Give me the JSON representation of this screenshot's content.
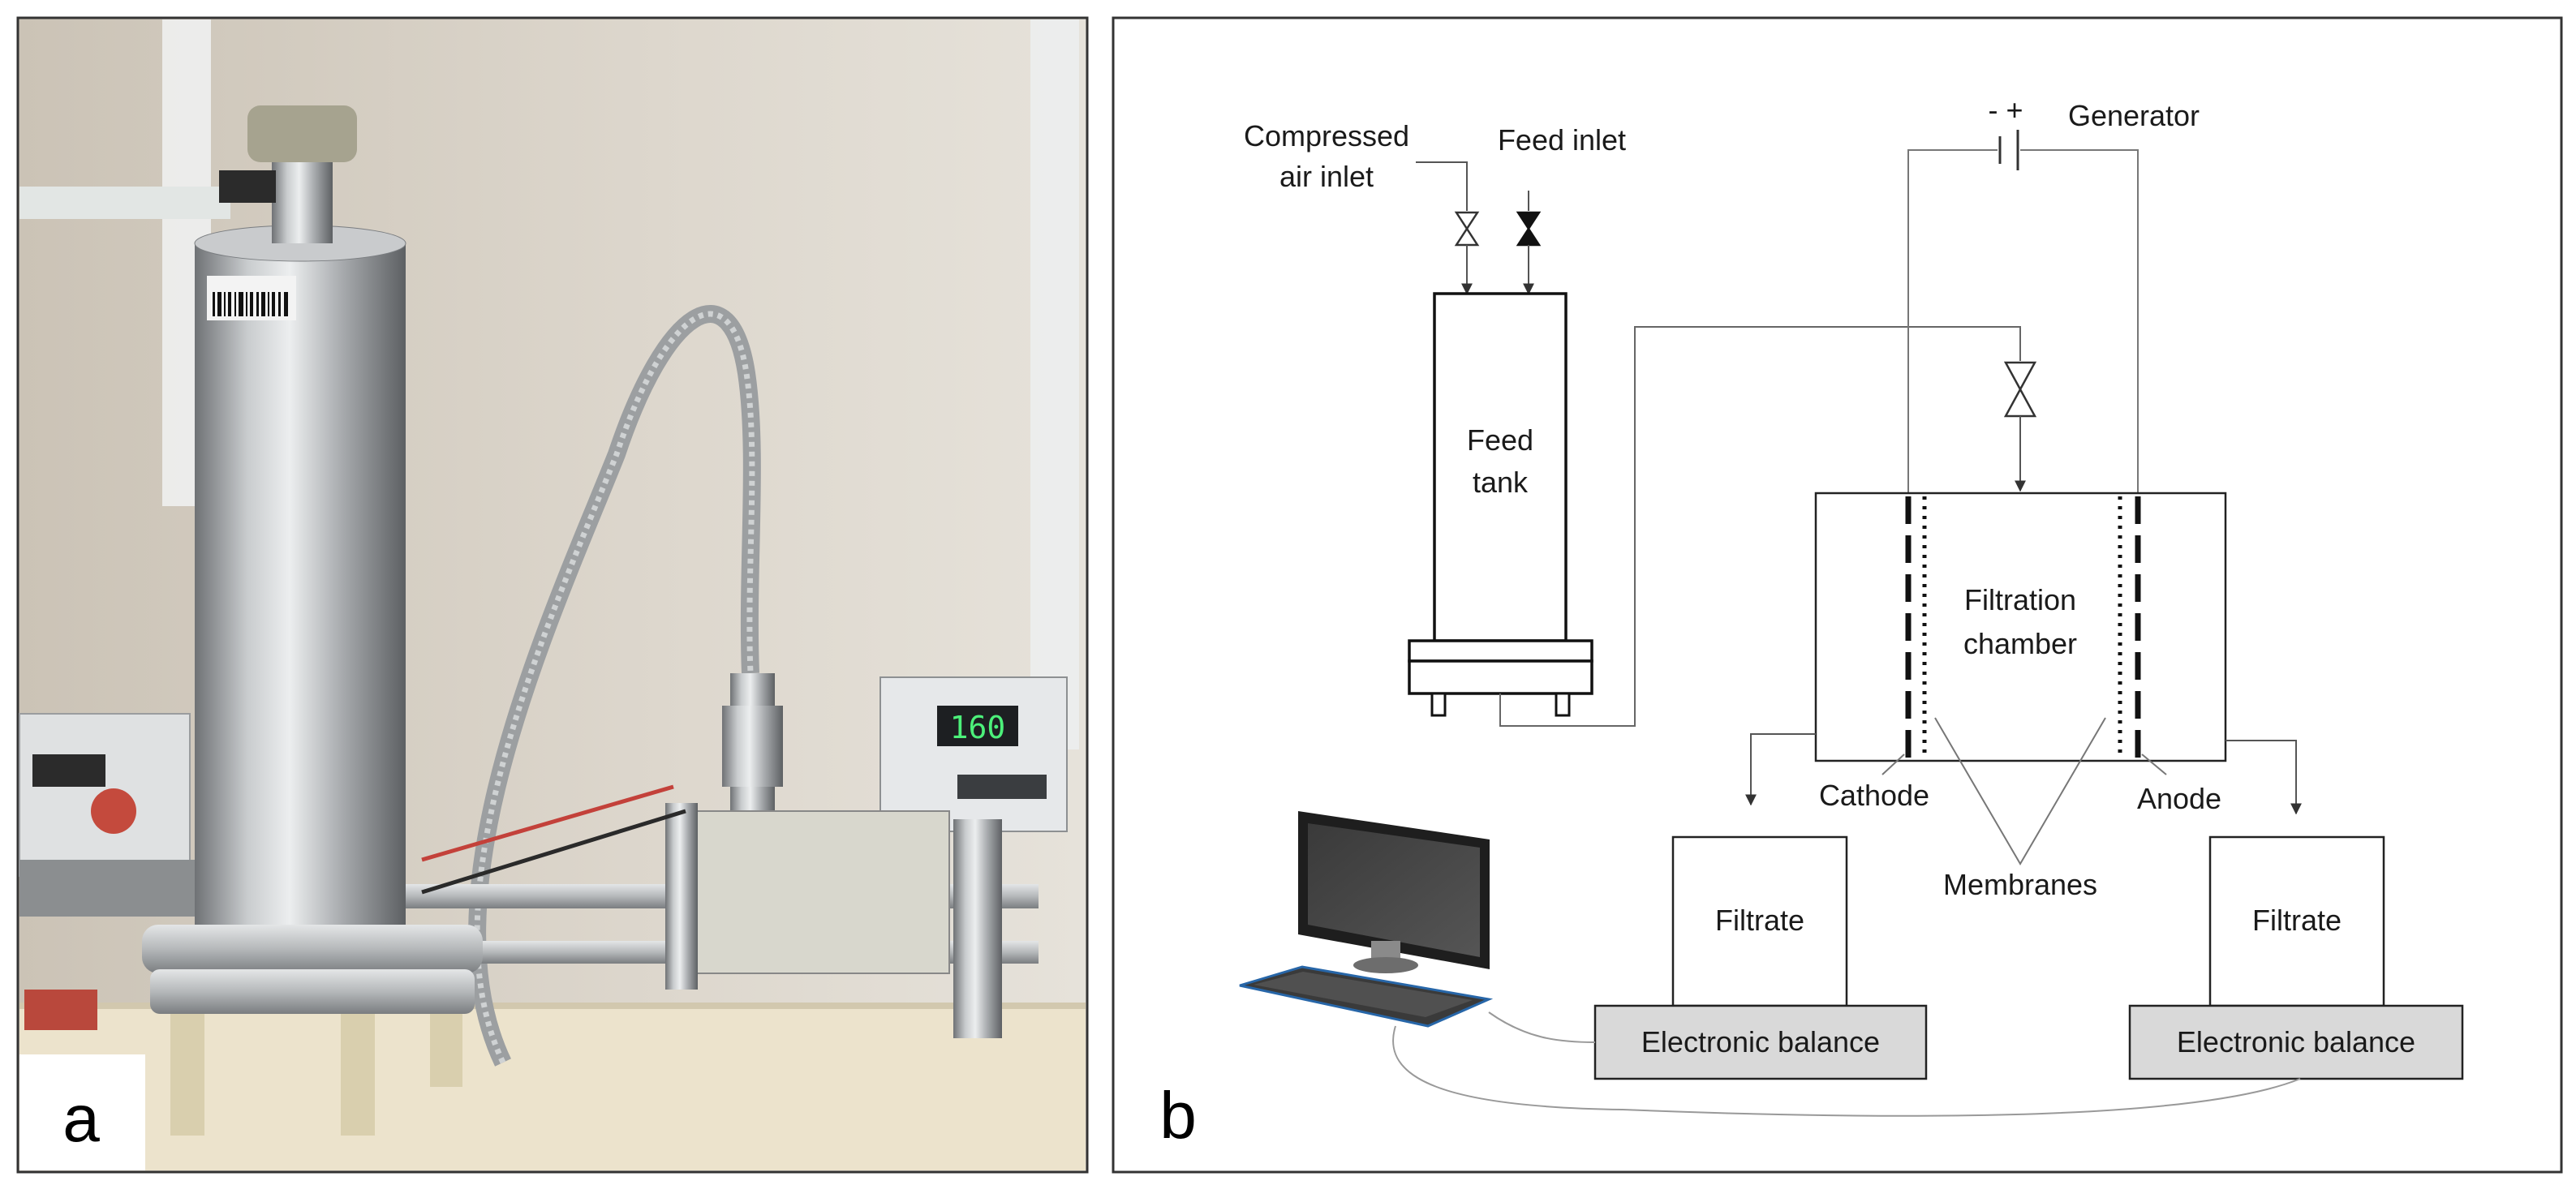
{
  "panel_a": {
    "letter": "a",
    "display_reading": "160"
  },
  "panel_b": {
    "letter": "b",
    "labels": {
      "compressed_air_line1": "Compressed",
      "compressed_air_line2": "air inlet",
      "feed_inlet": "Feed inlet",
      "polarity": "-  +",
      "generator": "Generator",
      "feed_tank_line1": "Feed",
      "feed_tank_line2": "tank",
      "filtration_line1": "Filtration",
      "filtration_line2": "chamber",
      "cathode": "Cathode",
      "anode": "Anode",
      "membranes": "Membranes",
      "filtrate_left": "Filtrate",
      "filtrate_right": "Filtrate",
      "balance_left": "Electronic balance",
      "balance_right": "Electronic balance"
    }
  }
}
